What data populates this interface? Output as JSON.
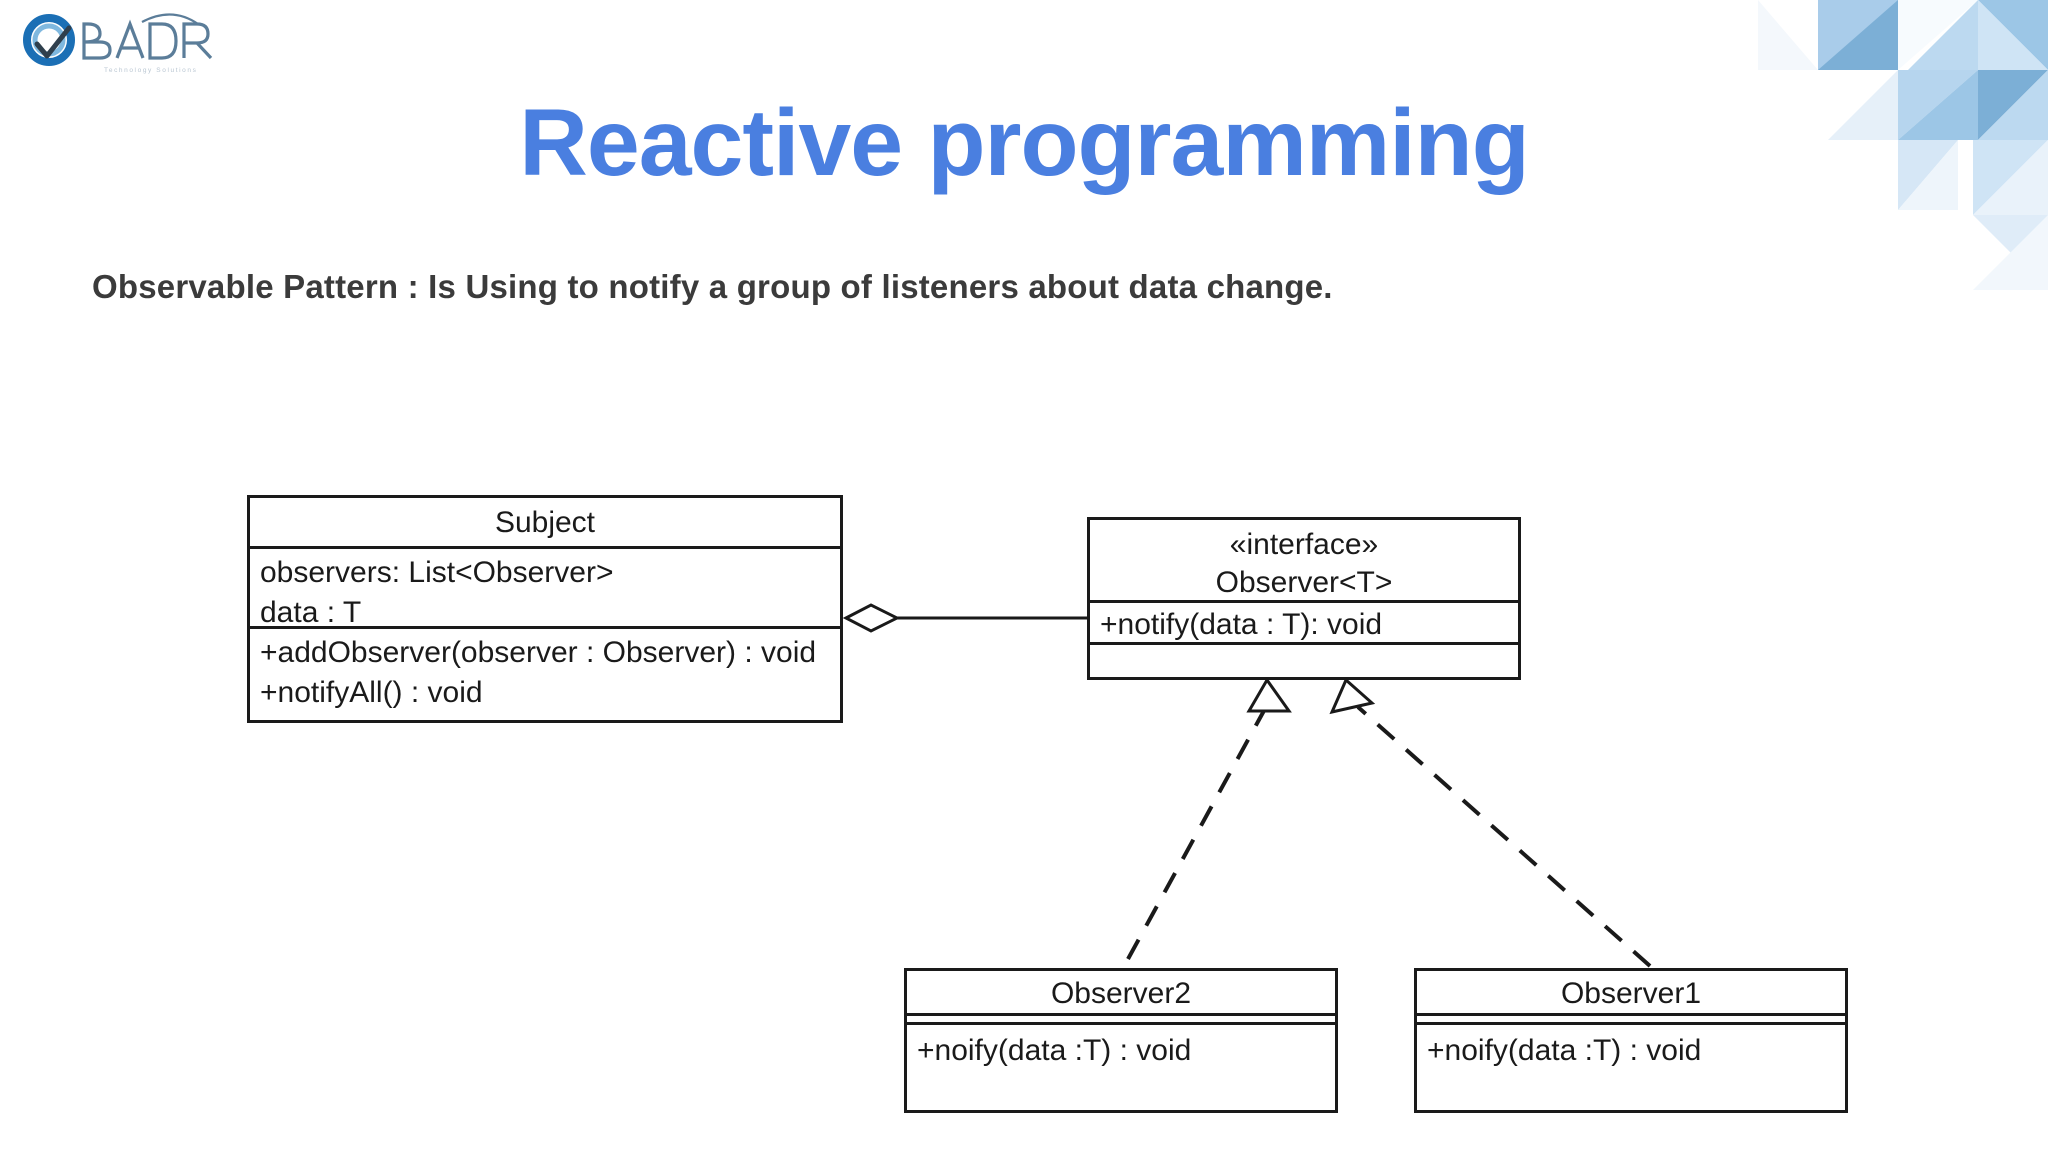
{
  "slide": {
    "title": "Reactive programming",
    "subtitle": "Observable Pattern : Is Using to notify a group of listeners about data change.",
    "title_color": "#4a7fe0",
    "subtitle_color": "#3b3b3b",
    "background_color": "#ffffff"
  },
  "logo": {
    "wordmark": "BADR",
    "tagline": "Technology Solutions",
    "mark_icon": "circle-check-icon",
    "primary_color": "#1b6fb5",
    "wordmark_color": "#5b7d99"
  },
  "decoration": {
    "name": "triangle-pattern",
    "position": "top-right",
    "colors": [
      "#f2f7fb",
      "#dceaf6",
      "#bcd8ee",
      "#9cc3e2",
      "#7fb0d6"
    ]
  },
  "diagram": {
    "type": "uml-class-diagram",
    "line_color": "#1a1a1a",
    "classes": [
      {
        "id": "subject",
        "name": "Subject",
        "stereotype": "",
        "attributes": [
          "observers: List<Observer>",
          "data : T"
        ],
        "operations": [
          "+addObserver(observer : Observer) : void",
          "+notifyAll() : void"
        ]
      },
      {
        "id": "observer-interface",
        "stereotype": "«interface»",
        "name": "Observer<T>",
        "attributes": [],
        "operations": [
          "+notify(data : T): void"
        ]
      },
      {
        "id": "observer2",
        "stereotype": "",
        "name": "Observer2",
        "attributes": [],
        "operations": [
          "+noify(data :T) : void"
        ]
      },
      {
        "id": "observer1",
        "stereotype": "",
        "name": "Observer1",
        "attributes": [],
        "operations": [
          "+noify(data :T) : void"
        ]
      }
    ],
    "relationships": [
      {
        "id": "subject-observer-aggregation",
        "kind": "aggregation",
        "from": "subject",
        "to": "observer-interface",
        "line_style": "solid",
        "source_marker": "hollow-diamond"
      },
      {
        "id": "observer2-realization",
        "kind": "realization",
        "from": "observer2",
        "to": "observer-interface",
        "line_style": "dashed",
        "target_marker": "hollow-triangle"
      },
      {
        "id": "observer1-realization",
        "kind": "realization",
        "from": "observer1",
        "to": "observer-interface",
        "line_style": "dashed",
        "target_marker": "hollow-triangle"
      }
    ]
  }
}
